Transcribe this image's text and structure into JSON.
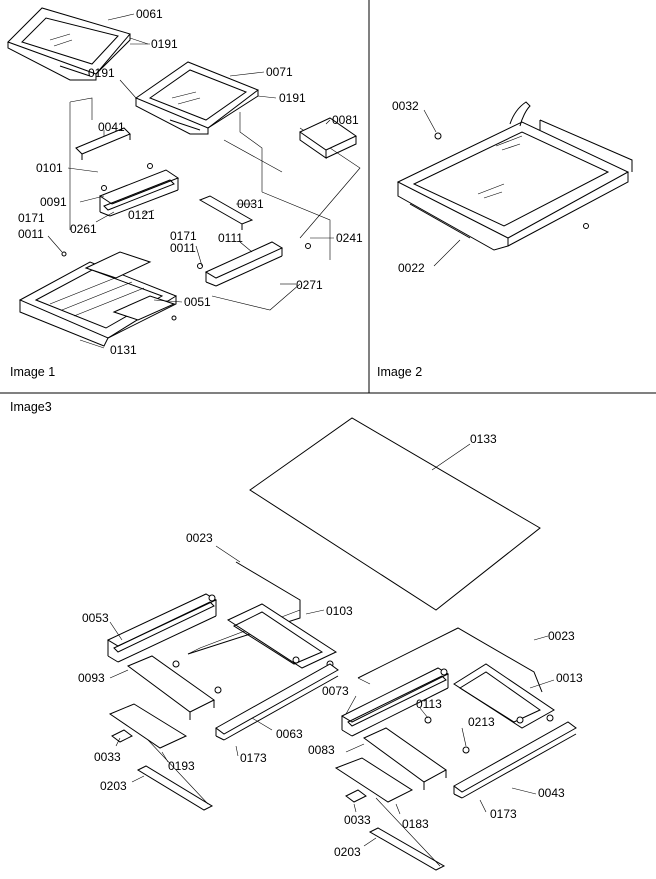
{
  "panels": [
    {
      "id": "image1",
      "caption": "Image 1"
    },
    {
      "id": "image2",
      "caption": "Image 2"
    },
    {
      "id": "image3",
      "caption": "Image3"
    }
  ],
  "labels": {
    "i1_0061": "0061",
    "i1_0191a": "0191",
    "i1_0191b": "0191",
    "i1_0071": "0071",
    "i1_0191c": "0191",
    "i1_0081": "0081",
    "i1_0041": "0041",
    "i1_0101": "0101",
    "i1_0091": "0091",
    "i1_0261": "0261",
    "i1_0121": "0121",
    "i1_0031": "0031",
    "i1_0171a": "0171",
    "i1_0011a": "0011",
    "i1_0171b": "0171",
    "i1_0011b": "0011",
    "i1_0111": "0111",
    "i1_0241": "0241",
    "i1_0271": "0271",
    "i1_0051": "0051",
    "i1_0131": "0131",
    "i2_0032": "0032",
    "i2_0022": "0022",
    "i3_0133": "0133",
    "i3_0023a": "0023",
    "i3_0053": "0053",
    "i3_0103": "0103",
    "i3_0093": "0093",
    "i3_0063": "0063",
    "i3_0033a": "0033",
    "i3_0193": "0193",
    "i3_0173a": "0173",
    "i3_0203a": "0203",
    "i3_0023b": "0023",
    "i3_0013": "0013",
    "i3_0073": "0073",
    "i3_0113": "0113",
    "i3_0213": "0213",
    "i3_0083": "0083",
    "i3_0043": "0043",
    "i3_0033b": "0033",
    "i3_0183": "0183",
    "i3_0173b": "0173",
    "i3_0203b": "0203"
  }
}
